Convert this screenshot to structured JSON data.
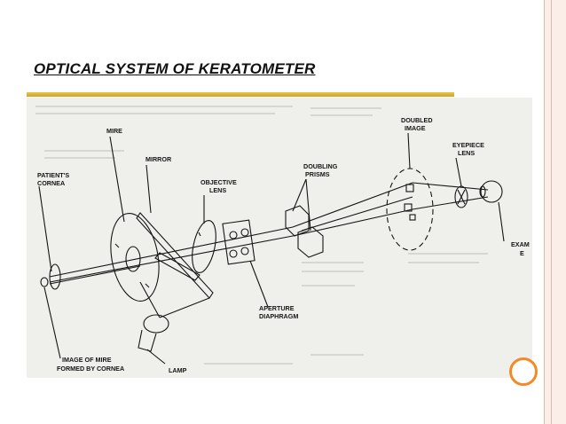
{
  "slide": {
    "title": "Optical system of keratometer"
  },
  "diagram": {
    "labels": {
      "mire": "MIRE",
      "mirror": "MIRROR",
      "patients_cornea_1": "PATIENT'S",
      "patients_cornea_2": "CORNEA",
      "objective_lens_1": "OBJECTIVE",
      "objective_lens_2": "LENS",
      "doubling_prisms_1": "DOUBLING",
      "doubling_prisms_2": "PRISMS",
      "doubled_image_1": "DOUBLED",
      "doubled_image_2": "IMAGE",
      "eyepiece_lens_1": "EYEPIECE",
      "eyepiece_lens_2": "LENS",
      "examiner_eye_1": "EXAM",
      "examiner_eye_2": "E",
      "aperture_diaphragm_1": "APERTURE",
      "aperture_diaphragm_2": "DIAPHRAGM",
      "image_of_mire_1": "IMAGE OF MIRE",
      "image_of_mire_2": "FORMED BY CORNEA",
      "lamp": "LAMP"
    }
  },
  "colors": {
    "accent_bar": "#e8b93a",
    "decor_circle": "#f28a26",
    "right_rule": "#e7b7a6"
  }
}
